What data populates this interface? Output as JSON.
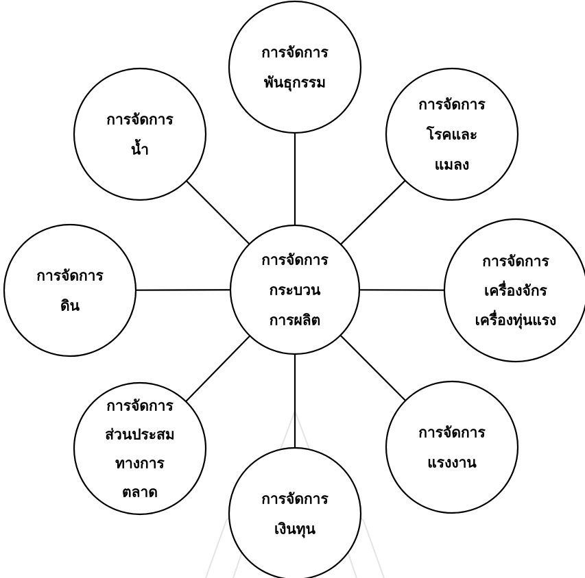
{
  "colors": {
    "stroke": "#000000",
    "fill": "#ffffff",
    "text": "#000000",
    "watermark": "#e4e4e4"
  },
  "diagram": {
    "center": {
      "lines": [
        "การจัดการ",
        "กระบวน",
        "การผลิต"
      ]
    },
    "nodes": [
      {
        "id": "genetics",
        "lines": [
          "การจัดการ",
          "พันธุกรรม"
        ]
      },
      {
        "id": "disease",
        "lines": [
          "การจัดการ",
          "โรคและ",
          "แมลง"
        ]
      },
      {
        "id": "machinery",
        "lines": [
          "การจัดการ",
          "เครื่องจักร",
          "เครื่องทุ่นแรง"
        ]
      },
      {
        "id": "labor",
        "lines": [
          "การจัดการ",
          "แรงงาน"
        ]
      },
      {
        "id": "capital",
        "lines": [
          "การจัดการ",
          "เงินทุน"
        ]
      },
      {
        "id": "marketing",
        "lines": [
          "การจัดการ",
          "ส่วนประสม",
          "ทางการ",
          "ตลาด"
        ]
      },
      {
        "id": "soil",
        "lines": [
          "การจัดการ",
          "ดิน"
        ]
      },
      {
        "id": "water",
        "lines": [
          "การจัดการ",
          "น้ำ"
        ]
      }
    ]
  }
}
